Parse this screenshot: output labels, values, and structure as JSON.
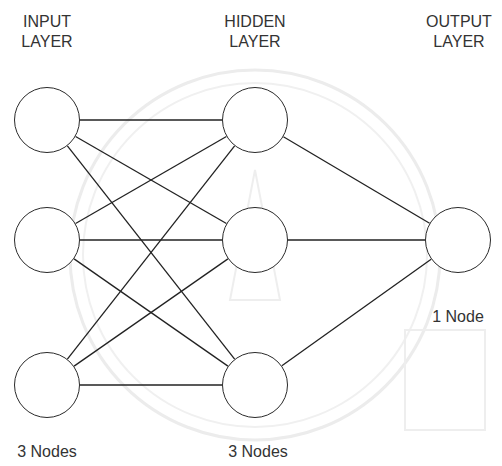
{
  "diagram": {
    "nodes": [
      {
        "text": []
      },
      {
        "text": []
      },
      {
        "text": []
      },
      {
        "text": []
      },
      {
        "text": []
      },
      {
        "text": []
      },
      {
        "text": []
      }
    ],
    "edges": [
      {
        "from": 0,
        "to": 3,
        "arrow": "none"
      },
      {
        "from": 0,
        "to": 4,
        "arrow": "none"
      },
      {
        "from": 0,
        "to": 5,
        "arrow": "none"
      },
      {
        "from": 1,
        "to": 3,
        "arrow": "none"
      },
      {
        "from": 1,
        "to": 4,
        "arrow": "none"
      },
      {
        "from": 1,
        "to": 5,
        "arrow": "none"
      },
      {
        "from": 2,
        "to": 3,
        "arrow": "none"
      },
      {
        "from": 2,
        "to": 4,
        "arrow": "none"
      },
      {
        "from": 2,
        "to": 5,
        "arrow": "none"
      },
      {
        "from": 3,
        "to": 6,
        "arrow": "none"
      },
      {
        "from": 4,
        "to": 6,
        "arrow": "none"
      },
      {
        "from": 5,
        "to": 6,
        "arrow": "none"
      }
    ],
    "labels": [
      "INPUT LAYER",
      "HIDDEN LAYER",
      "OUTPUT LAYER",
      "3 Nodes",
      "3 Nodes",
      "1 Node"
    ]
  }
}
